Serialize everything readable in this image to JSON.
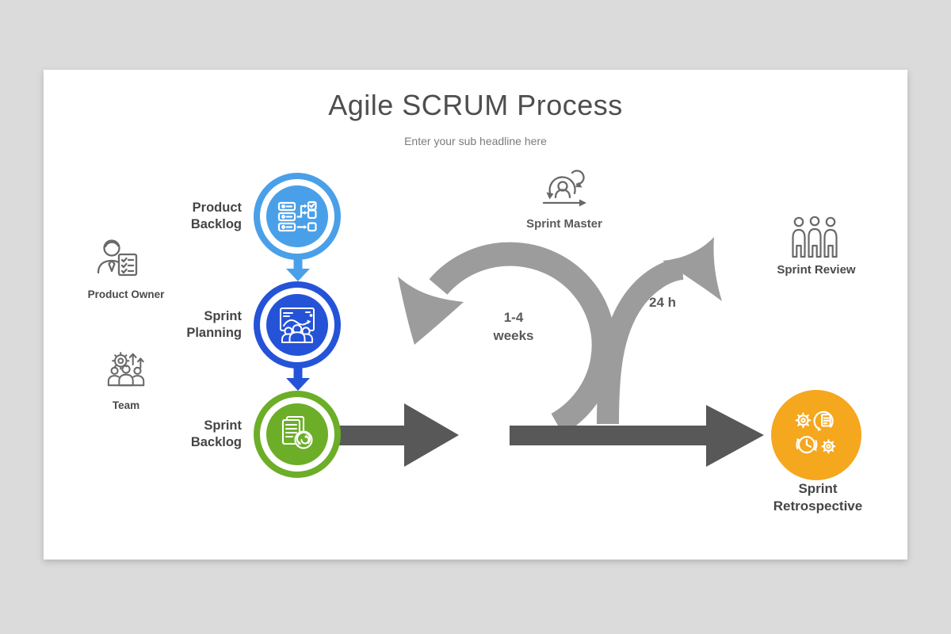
{
  "header": {
    "title": "Agile SCRUM Process",
    "subtitle": "Enter your sub headline here"
  },
  "roles": {
    "product_owner": "Product Owner",
    "team": "Team"
  },
  "stages": [
    {
      "id": "product-backlog",
      "label_line1": "Product",
      "label_line2": "Backlog",
      "color": "#4aa0e8"
    },
    {
      "id": "sprint-planning",
      "label_line1": "Sprint",
      "label_line2": "Planning",
      "color": "#2553d8"
    },
    {
      "id": "sprint-backlog",
      "label_line1": "Sprint",
      "label_line2": "Backlog",
      "color": "#6cae28"
    }
  ],
  "center": {
    "sprint_master": "Sprint Master",
    "duration_line1": "1-4",
    "duration_line2": "weeks",
    "daily_cycle": "24 h"
  },
  "right": {
    "sprint_review": "Sprint Review",
    "retrospective_line1": "Sprint",
    "retrospective_line2": "Retrospective",
    "retrospective_color": "#f5a71e"
  },
  "colors": {
    "background": "#dbdbdb",
    "card": "#ffffff",
    "loop_arrow": "#9c9c9c",
    "flow_arrow": "#585858",
    "title_text": "#4e4e4e",
    "label_text": "#454545",
    "icon_stroke": "#696969"
  },
  "icons": [
    "product-owner-icon",
    "team-icon",
    "product-backlog-icon",
    "sprint-planning-icon",
    "sprint-backlog-icon",
    "sprint-master-icon",
    "sprint-review-icon",
    "sprint-retrospective-icon"
  ]
}
